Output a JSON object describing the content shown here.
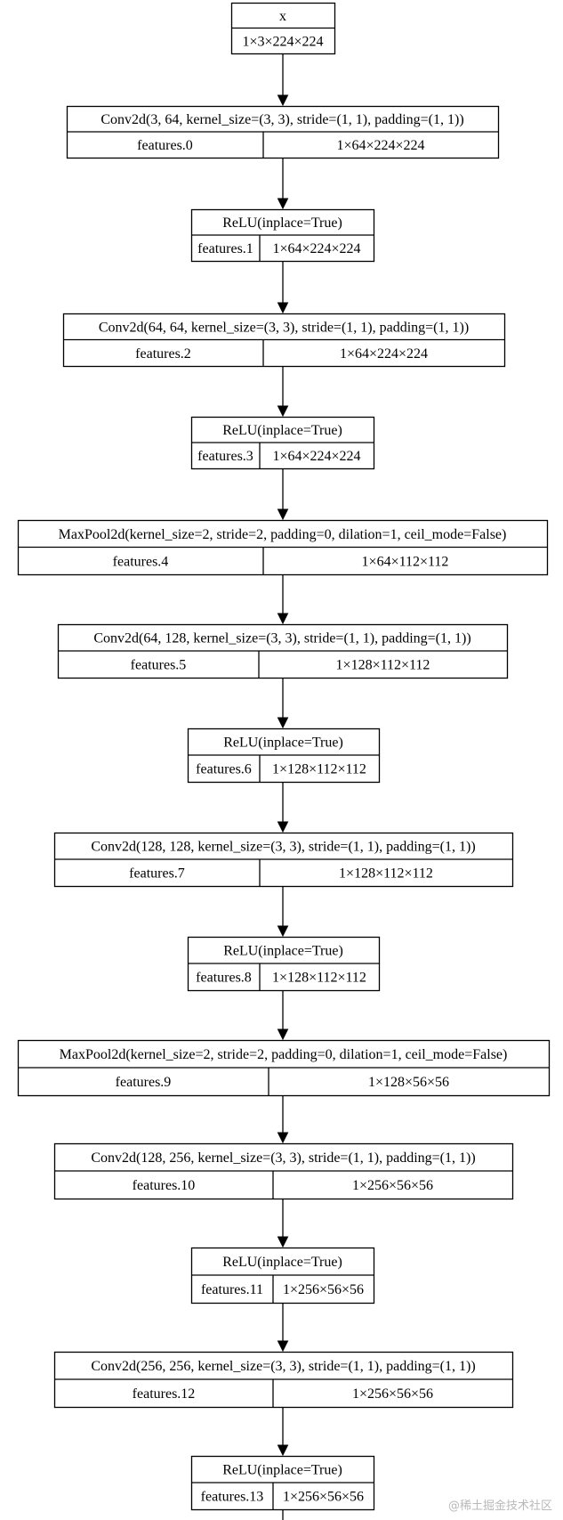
{
  "diagram": {
    "nodes": [
      {
        "title": "x",
        "shape": "1×3×224×224"
      },
      {
        "title": "Conv2d(3, 64, kernel_size=(3, 3), stride=(1, 1), padding=(1, 1))",
        "name": "features.0",
        "shape": "1×64×224×224"
      },
      {
        "title": "ReLU(inplace=True)",
        "name": "features.1",
        "shape": "1×64×224×224"
      },
      {
        "title": "Conv2d(64, 64, kernel_size=(3, 3), stride=(1, 1), padding=(1, 1))",
        "name": "features.2",
        "shape": "1×64×224×224"
      },
      {
        "title": "ReLU(inplace=True)",
        "name": "features.3",
        "shape": "1×64×224×224"
      },
      {
        "title": "MaxPool2d(kernel_size=2, stride=2, padding=0, dilation=1, ceil_mode=False)",
        "name": "features.4",
        "shape": "1×64×112×112"
      },
      {
        "title": "Conv2d(64, 128, kernel_size=(3, 3), stride=(1, 1), padding=(1, 1))",
        "name": "features.5",
        "shape": "1×128×112×112"
      },
      {
        "title": "ReLU(inplace=True)",
        "name": "features.6",
        "shape": "1×128×112×112"
      },
      {
        "title": "Conv2d(128, 128, kernel_size=(3, 3), stride=(1, 1), padding=(1, 1))",
        "name": "features.7",
        "shape": "1×128×112×112"
      },
      {
        "title": "ReLU(inplace=True)",
        "name": "features.8",
        "shape": "1×128×112×112"
      },
      {
        "title": "MaxPool2d(kernel_size=2, stride=2, padding=0, dilation=1, ceil_mode=False)",
        "name": "features.9",
        "shape": "1×128×56×56"
      },
      {
        "title": "Conv2d(128, 256, kernel_size=(3, 3), stride=(1, 1), padding=(1, 1))",
        "name": "features.10",
        "shape": "1×256×56×56"
      },
      {
        "title": "ReLU(inplace=True)",
        "name": "features.11",
        "shape": "1×256×56×56"
      },
      {
        "title": "Conv2d(256, 256, kernel_size=(3, 3), stride=(1, 1), padding=(1, 1))",
        "name": "features.12",
        "shape": "1×256×56×56"
      },
      {
        "title": "ReLU(inplace=True)",
        "name": "features.13",
        "shape": "1×256×56×56"
      }
    ]
  },
  "watermark": "@稀土掘金技术社区"
}
